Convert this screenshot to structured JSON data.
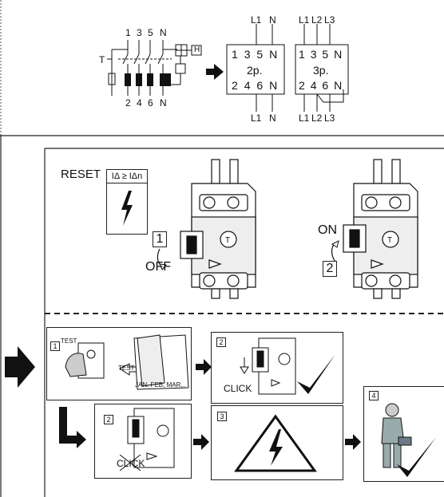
{
  "wiring": {
    "top_terminals": [
      "1",
      "3",
      "5",
      "N"
    ],
    "bottom_terminals": [
      "2",
      "4",
      "6",
      "N"
    ],
    "test_label": "T",
    "handle_label": "H"
  },
  "two_pole": {
    "top_lines": [
      "L1",
      "N"
    ],
    "row1": [
      "1",
      "3",
      "5",
      "N"
    ],
    "name": "2p.",
    "row2": [
      "2",
      "4",
      "6",
      "N"
    ],
    "bottom_lines": [
      "L1",
      "N"
    ]
  },
  "three_pole": {
    "top_lines": [
      "L1",
      "L2",
      "L3"
    ],
    "row1": [
      "1",
      "3",
      "5",
      "N"
    ],
    "name": "3p.",
    "row2": [
      "2",
      "4",
      "6",
      "N"
    ],
    "bottom_lines": [
      "L1",
      "L2",
      "L3"
    ]
  },
  "reset": {
    "label": "RESET",
    "condition": "IΔ ≥ IΔn",
    "step1": "1",
    "off_label": "OFF",
    "on_label": "ON",
    "step2": "2"
  },
  "test_panels": {
    "p1_step": "1",
    "p1_test": "TEST",
    "p1_test_arrow": "TEST",
    "months": "JAN, FEB, MAR,..",
    "p2_step": "2",
    "click": "CLICK",
    "p3_step": "2",
    "click_crossed": "CLICK",
    "p4_step": "3",
    "p5_step": "4"
  }
}
